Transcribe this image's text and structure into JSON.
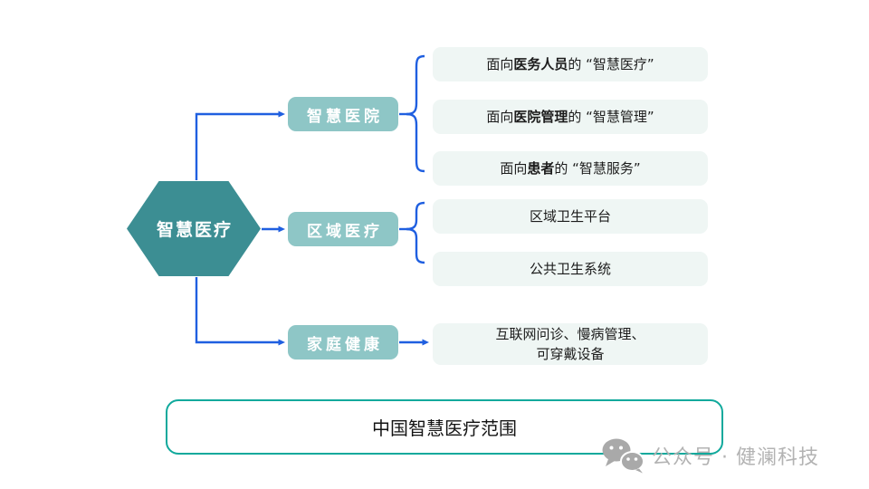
{
  "diagram": {
    "root": {
      "label": "智慧医疗"
    },
    "branches": [
      {
        "label": "智慧医院",
        "leaves": [
          {
            "p0": "面向",
            "b1": "医务人员",
            "p2": "的 “智慧医疗”"
          },
          {
            "p0": "面向",
            "b1": "医院管理",
            "p2": "的 “智慧管理”"
          },
          {
            "p0": "面向",
            "b1": "患者",
            "p2": "的 “智慧服务”"
          }
        ]
      },
      {
        "label": "区域医疗",
        "leaves": [
          {
            "p0": "区域卫生平台"
          },
          {
            "p0": "公共卫生系统"
          }
        ]
      },
      {
        "label": "家庭健康",
        "leaves": [
          {
            "p0": "互联网问诊、慢病管理、",
            "line2": "可穿戴设备"
          }
        ]
      }
    ],
    "caption": "中国智慧医疗范围"
  },
  "watermark": {
    "text": "公众号 · 健澜科技"
  },
  "colors": {
    "root_fill": "#3c8e93",
    "branch_fill": "#8ec6c6",
    "leaf_fill": "#eff6f4",
    "connector_blue": "#1f5fe0",
    "caption_border": "#10a99c",
    "watermark_gray": "#b3b3b3"
  }
}
